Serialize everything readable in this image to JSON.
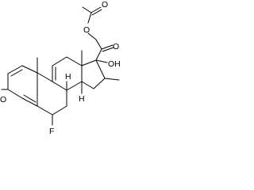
{
  "labels": {
    "ester_oxygen": "O",
    "ester_carbonyl_oxygen": "O",
    "ketone_oxygen": "O",
    "hydroxyl": "OH",
    "ring_a_ketone_oxygen": "O",
    "fluorine": "F",
    "h_c8": "H",
    "h_c14": "H"
  },
  "icon_names": [
    "skeletal-structure"
  ]
}
